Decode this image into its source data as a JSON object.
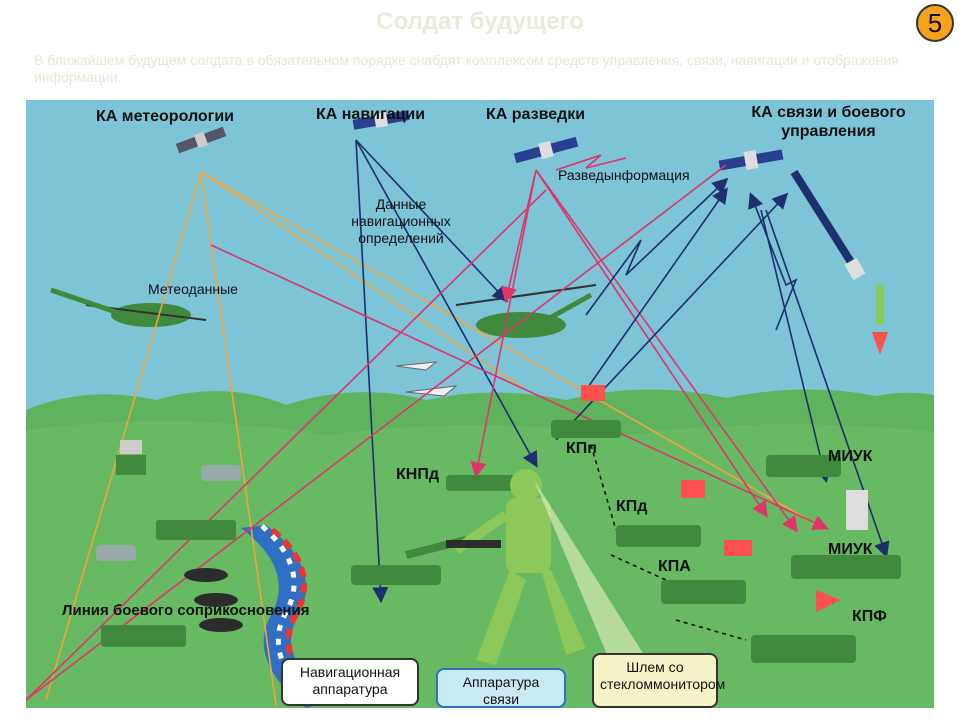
{
  "header": {
    "title": "Солдат будущего",
    "page_number": "5"
  },
  "intro_text": "В ближайшем будущем солдата в обязательном порядке снабдят комплексом средств управления, связи, навигации и отображения информации.",
  "labels": {
    "sat_meteo": "КА метеорологии",
    "sat_nav": "КА навигации",
    "sat_recon": "КА разведки",
    "sat_comm": "КА связи и боевого управления",
    "recon_info": "Разведынформация",
    "nav_data": "Данные навигационных определений",
    "meteo_data": "Метеоданные",
    "knpd": "КНПд",
    "kpp": "КПп",
    "kpd": "КПд",
    "kpa": "КПА",
    "miuk1": "МИУК",
    "miuk2": "МИУК",
    "kpf": "КПФ",
    "contact_line": "Линия боевого соприкосновения"
  },
  "callouts": {
    "nav_equipment": "Навигационная аппаратура",
    "comm_equipment": "Аппаратура связи",
    "helmet": "Шлем со стекломмонитором"
  },
  "colors": {
    "sky": "#7cc4d6",
    "ground": "#5fb35c",
    "link_pink": "#e0356b",
    "link_navy": "#1d2f6e",
    "link_orange": "#f0a640",
    "soldier": "#8cc85a"
  }
}
